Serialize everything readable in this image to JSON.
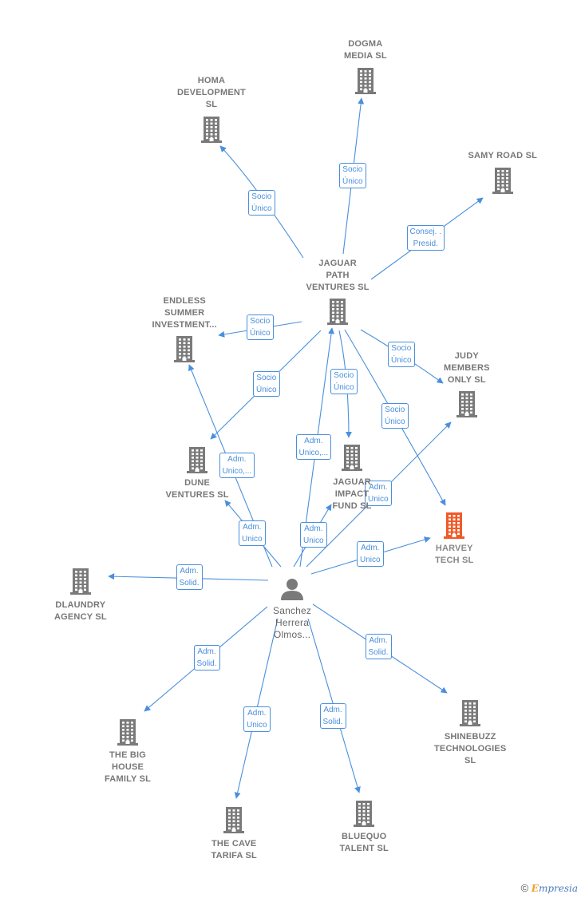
{
  "colors": {
    "edge": "#4a8fdc",
    "building": "#7a7a7a",
    "highlight": "#f05a28",
    "person": "#7a7a7a"
  },
  "nodes": {
    "dogma": {
      "label": [
        "DOGMA",
        "MEDIA  SL"
      ],
      "icon": "building-icon"
    },
    "homa": {
      "label": [
        "HOMA",
        "DEVELOPMENT",
        "SL"
      ],
      "icon": "building-icon"
    },
    "samy": {
      "label": [
        "SAMY ROAD SL"
      ],
      "icon": "building-icon"
    },
    "jaguar_path": {
      "label": [
        "JAGUAR",
        "PATH",
        "VENTURES  SL"
      ],
      "icon": "building-icon"
    },
    "endless": {
      "label": [
        "ENDLESS",
        "SUMMER",
        "INVESTMENT..."
      ],
      "icon": "building-icon"
    },
    "judy": {
      "label": [
        "JUDY",
        "MEMBERS",
        "ONLY  SL"
      ],
      "icon": "building-icon"
    },
    "dune": {
      "label": [
        "DUNE",
        "VENTURES  SL"
      ],
      "icon": "building-icon"
    },
    "jaguar_impact": {
      "label": [
        "JAGUAR",
        "IMPACT",
        "FUND  SL"
      ],
      "icon": "building-icon"
    },
    "harvey": {
      "label": [
        "HARVEY",
        "TECH  SL"
      ],
      "icon": "building-icon",
      "highlight": true
    },
    "dlaundry": {
      "label": [
        "DLAUNDRY",
        "AGENCY  SL"
      ],
      "icon": "building-icon"
    },
    "person": {
      "label": [
        "Sanchez",
        "Herrera",
        "Olmos..."
      ],
      "icon": "person-icon"
    },
    "bighouse": {
      "label": [
        "THE BIG",
        "HOUSE",
        "FAMILY  SL"
      ],
      "icon": "building-icon"
    },
    "shinebuzz": {
      "label": [
        "SHINEBUZZ",
        "TECHNOLOGIES",
        "SL"
      ],
      "icon": "building-icon"
    },
    "cave": {
      "label": [
        "THE CAVE",
        "TARIFA  SL"
      ],
      "icon": "building-icon"
    },
    "bluequo": {
      "label": [
        "BLUEQUO",
        "TALENT  SL"
      ],
      "icon": "building-icon"
    }
  },
  "edges": [
    {
      "from": "jaguar_path",
      "to": "dogma",
      "label": [
        "Socio",
        "Único"
      ]
    },
    {
      "from": "jaguar_path",
      "to": "homa",
      "label": [
        "Socio",
        "Único"
      ]
    },
    {
      "from": "jaguar_path",
      "to": "samy",
      "label": [
        "Consej. .",
        "Presid."
      ]
    },
    {
      "from": "jaguar_path",
      "to": "endless",
      "label": [
        "Socio",
        "Único"
      ]
    },
    {
      "from": "jaguar_path",
      "to": "dune",
      "label": [
        "Socio",
        "Único"
      ]
    },
    {
      "from": "jaguar_path",
      "to": "jaguar_impact",
      "label": [
        "Socio",
        "Único"
      ]
    },
    {
      "from": "jaguar_path",
      "to": "judy",
      "label": [
        "Socio",
        "Único"
      ]
    },
    {
      "from": "jaguar_path",
      "to": "harvey",
      "label": [
        "Socio",
        "Único"
      ]
    },
    {
      "from": "person",
      "to": "jaguar_path",
      "label": [
        "Adm.",
        "Unico,..."
      ]
    },
    {
      "from": "person",
      "to": "endless",
      "label": [
        "Adm.",
        "Unico,..."
      ]
    },
    {
      "from": "person",
      "to": "dune",
      "label": [
        "Adm.",
        "Unico"
      ]
    },
    {
      "from": "person",
      "to": "jaguar_impact",
      "label": [
        "Adm.",
        "Unico"
      ]
    },
    {
      "from": "person",
      "to": "judy",
      "label": [
        "Adm.",
        "Unico"
      ]
    },
    {
      "from": "person",
      "to": "harvey",
      "label": [
        "Adm.",
        "Unico"
      ]
    },
    {
      "from": "person",
      "to": "dlaundry",
      "label": [
        "Adm.",
        "Solid."
      ]
    },
    {
      "from": "person",
      "to": "bighouse",
      "label": [
        "Adm.",
        "Solid."
      ]
    },
    {
      "from": "person",
      "to": "cave",
      "label": [
        "Adm.",
        "Unico"
      ]
    },
    {
      "from": "person",
      "to": "bluequo",
      "label": [
        "Adm.",
        "Solid."
      ]
    },
    {
      "from": "person",
      "to": "shinebuzz",
      "label": [
        "Adm.",
        "Solid."
      ]
    }
  ],
  "footer": {
    "copyright_symbol": "©",
    "brand_initial": "E",
    "brand_rest": "mpresia"
  }
}
